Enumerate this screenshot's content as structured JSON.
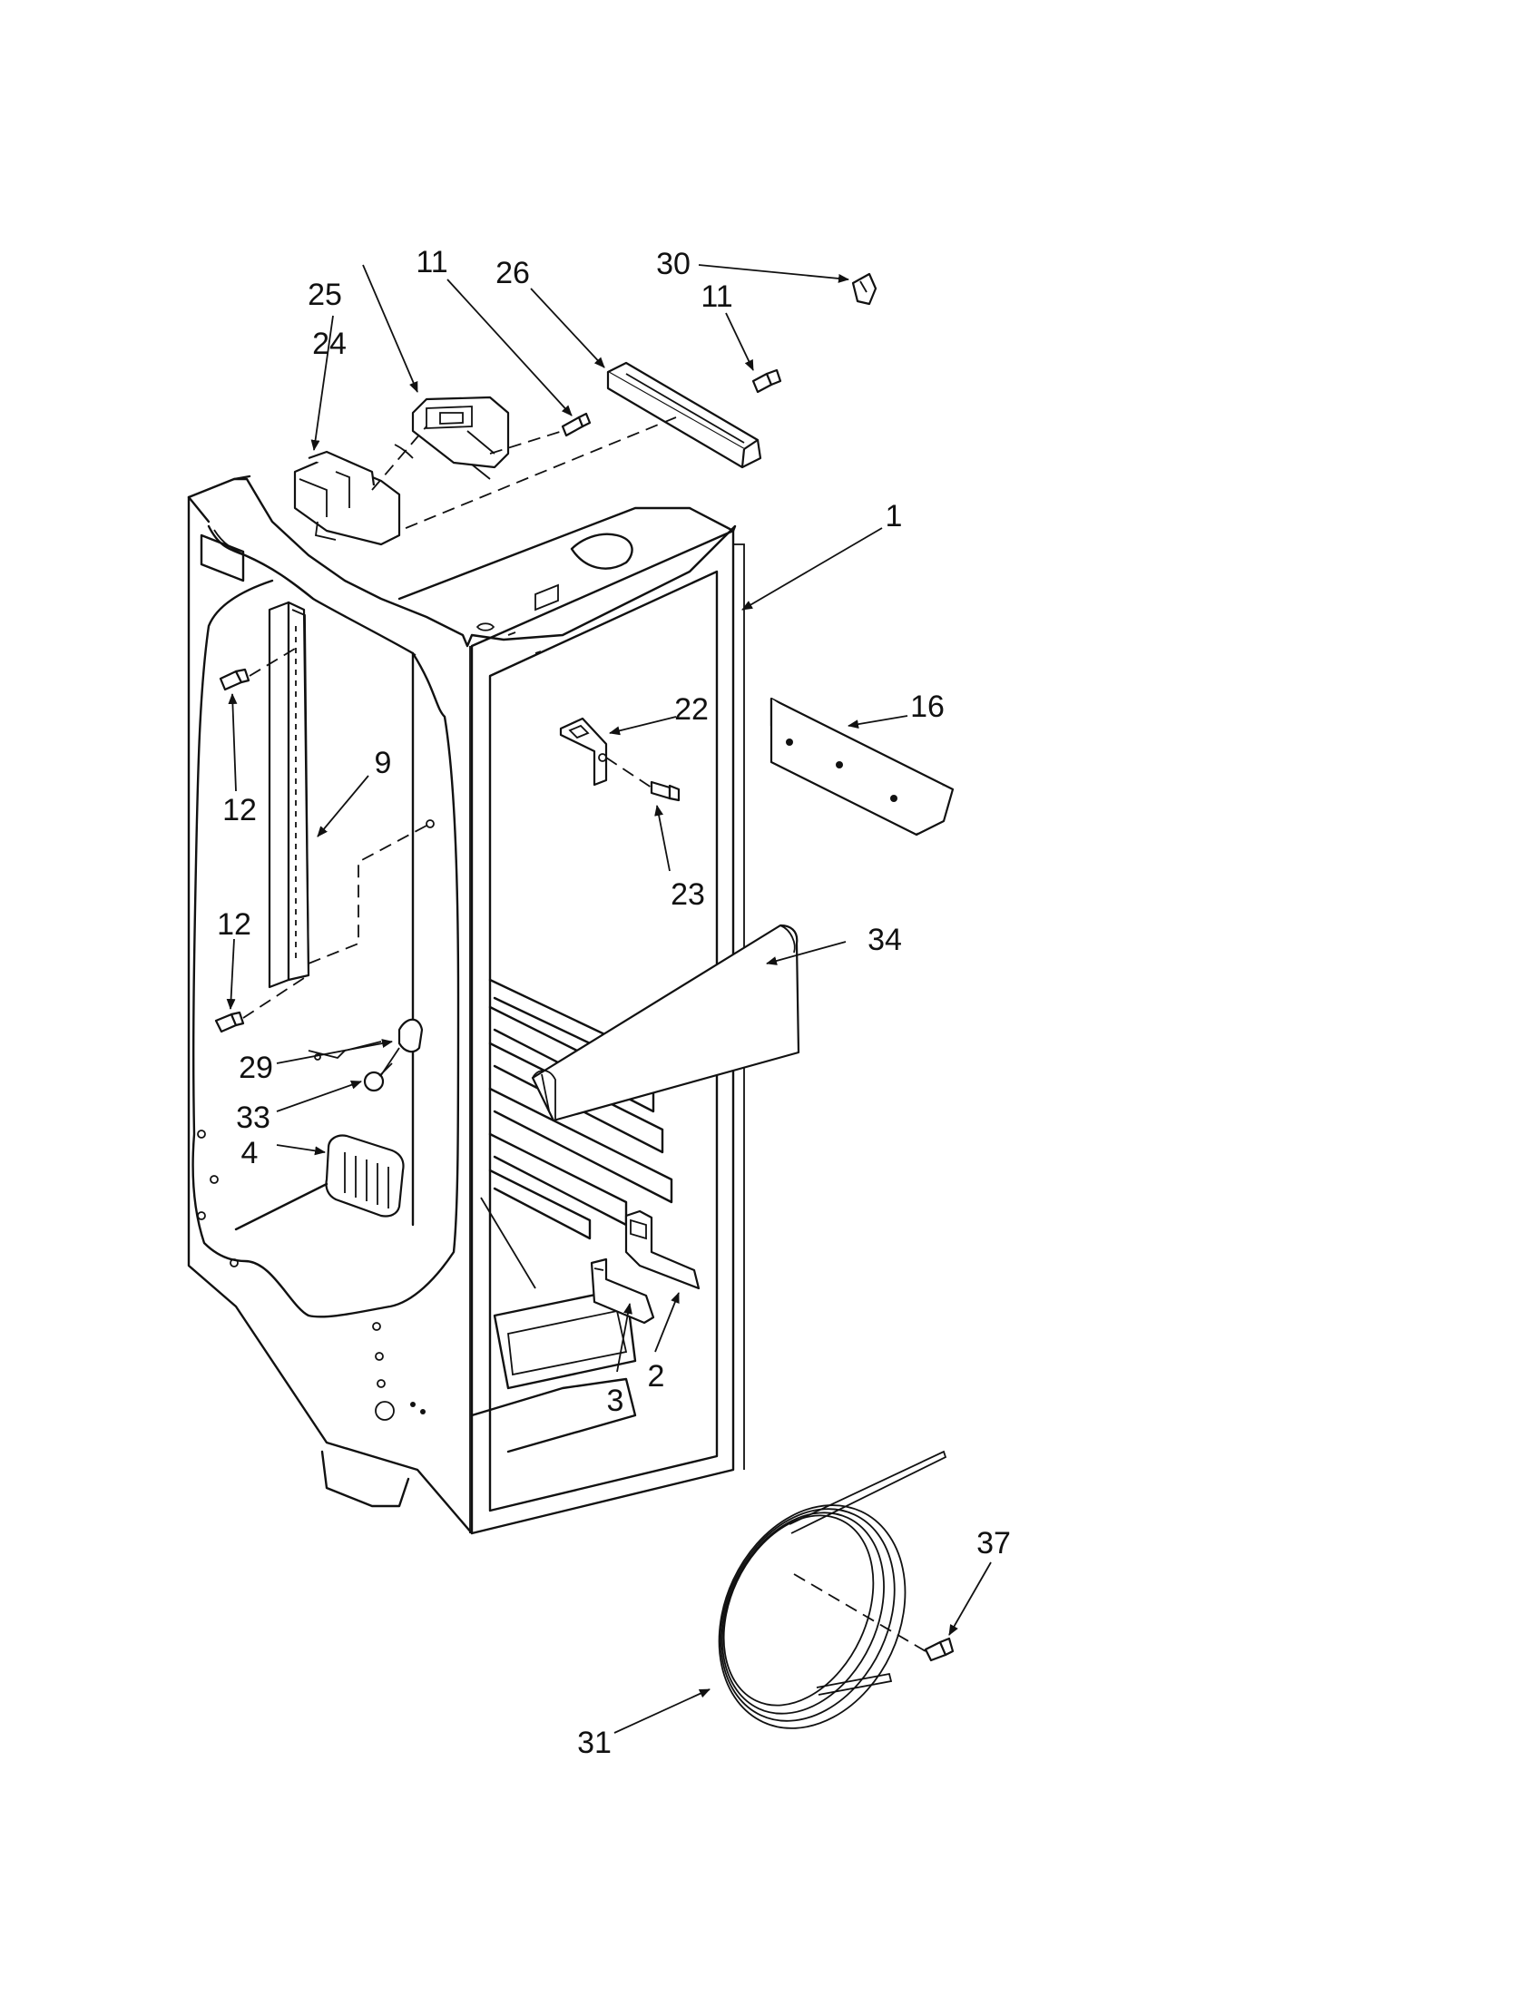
{
  "labels": {
    "l1": "1",
    "l2": "2",
    "l3": "3",
    "l4": "4",
    "l9": "9",
    "l11a": "11",
    "l11b": "11",
    "l12a": "12",
    "l12b": "12",
    "l16": "16",
    "l22": "22",
    "l23": "23",
    "l24": "24",
    "l25": "25",
    "l26": "26",
    "l29": "29",
    "l30": "30",
    "l31": "31",
    "l33": "33",
    "l34": "34",
    "l37": "37"
  },
  "colors": {
    "ink": "#111111",
    "paper": "#ffffff"
  }
}
